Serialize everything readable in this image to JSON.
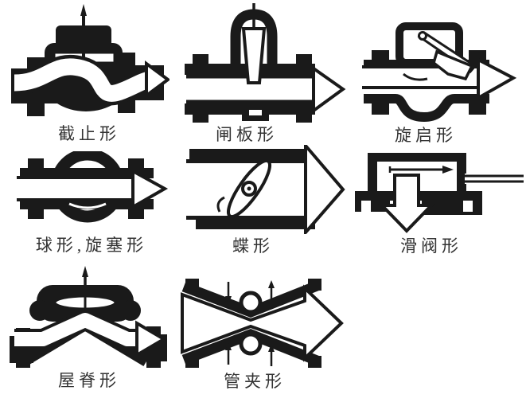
{
  "page": {
    "background": "#ffffff",
    "ink": "#1a1a1a",
    "description_visible_text_only": true
  },
  "valves": [
    {
      "id": "globe",
      "label": "截止形",
      "icon": "globe-valve-flow-icon"
    },
    {
      "id": "gate",
      "label": "闸板形",
      "icon": "gate-valve-flow-icon"
    },
    {
      "id": "swing",
      "label": "旋启形",
      "icon": "swing-check-valve-flow-icon"
    },
    {
      "id": "ball-plug",
      "label": "球形,旋塞形",
      "icon": "ball-plug-valve-flow-icon"
    },
    {
      "id": "butterfly",
      "label": "蝶形",
      "icon": "butterfly-valve-flow-icon"
    },
    {
      "id": "slide",
      "label": "滑阀形",
      "icon": "slide-valve-flow-icon"
    },
    {
      "id": "weir",
      "label": "屋脊形",
      "icon": "weir-diaphragm-valve-flow-icon"
    },
    {
      "id": "pinch",
      "label": "管夹形",
      "icon": "pinch-valve-flow-icon"
    }
  ]
}
